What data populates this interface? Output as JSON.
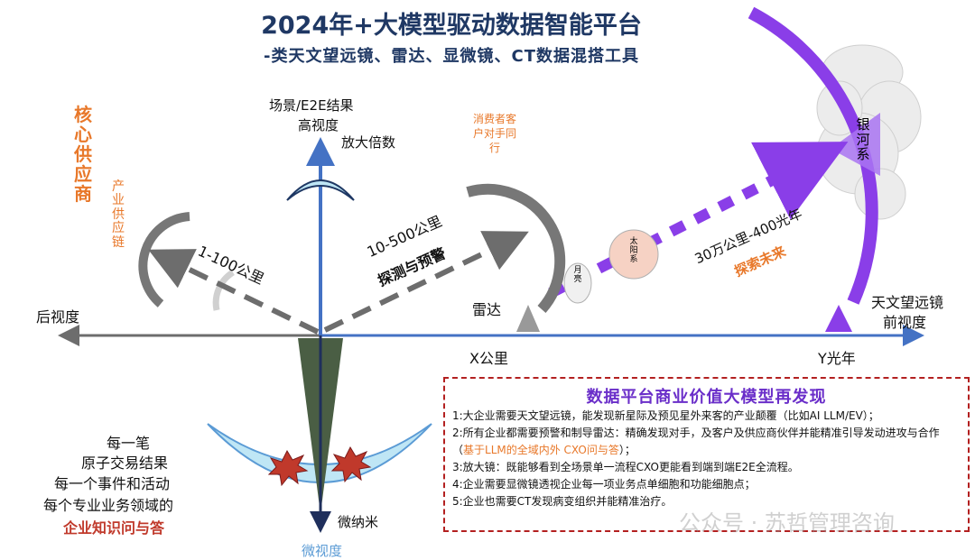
{
  "title": "2024年+大模型驱动数据智能平台",
  "subtitle": "-类天文望远镜、雷达、显微镜、CT数据混搭工具",
  "colors": {
    "title": "#1f3864",
    "accent_orange": "#e8782a",
    "purple": "#8a3ee8",
    "axis_blue": "#4472c4",
    "box_border": "#b32020"
  },
  "labels": {
    "scene_e2e": "场景/E2E结果",
    "high_view": "高视度",
    "magnify": "放大倍数",
    "core_supplier": "核心供应商",
    "supply_chain": "产业供应链",
    "consumer": "消费者客户对手同行",
    "range_1_100": "1-100公里",
    "range_10_500": "10-500公里",
    "detect_warn": "探测与预警",
    "radar": "雷达",
    "moon": "月亮",
    "sun": "太阳系",
    "galaxy": "银河系",
    "range_300k": "30万公里-400光年",
    "explore": "探索未来",
    "telescope": "天文望远镜",
    "front_view": "前视度",
    "back_view": "后视度",
    "x_km": "X公里",
    "y_ly": "Y光年",
    "nano": "微纳米",
    "micro_view": "微视度",
    "left_1": "每一笔",
    "left_2": "原子交易结果",
    "left_3": "每一个事件和活动",
    "left_4": "每个专业业务领域的",
    "left_5": "企业知识问与答"
  },
  "box": {
    "title": "数据平台商业价值大模型再发现",
    "line1": "1:大企业需要天文望远镜，能发现新星际及预见星外来客的产业颠覆（比如AI LLM/EV）；",
    "line2a": "2:所有企业都需要预警和制导雷达：精确发现对手，及客户及供应商伙伴并能精准引导发动进攻与合作（",
    "line2b": "基于LLM的全域内外 CXO问与答",
    "line2c": "）；",
    "line3": "3:放大镜：既能够看到全场景单一流程CXO更能看到端到端E2E全流程。",
    "line4": "4:企业需要显微镜透视企业每一项业务点单细胞和功能细胞点；",
    "line5": "5:企业也需要CT发现病变组织并能精准治疗。"
  },
  "watermark": "公众号 · 苏哲管理咨询"
}
